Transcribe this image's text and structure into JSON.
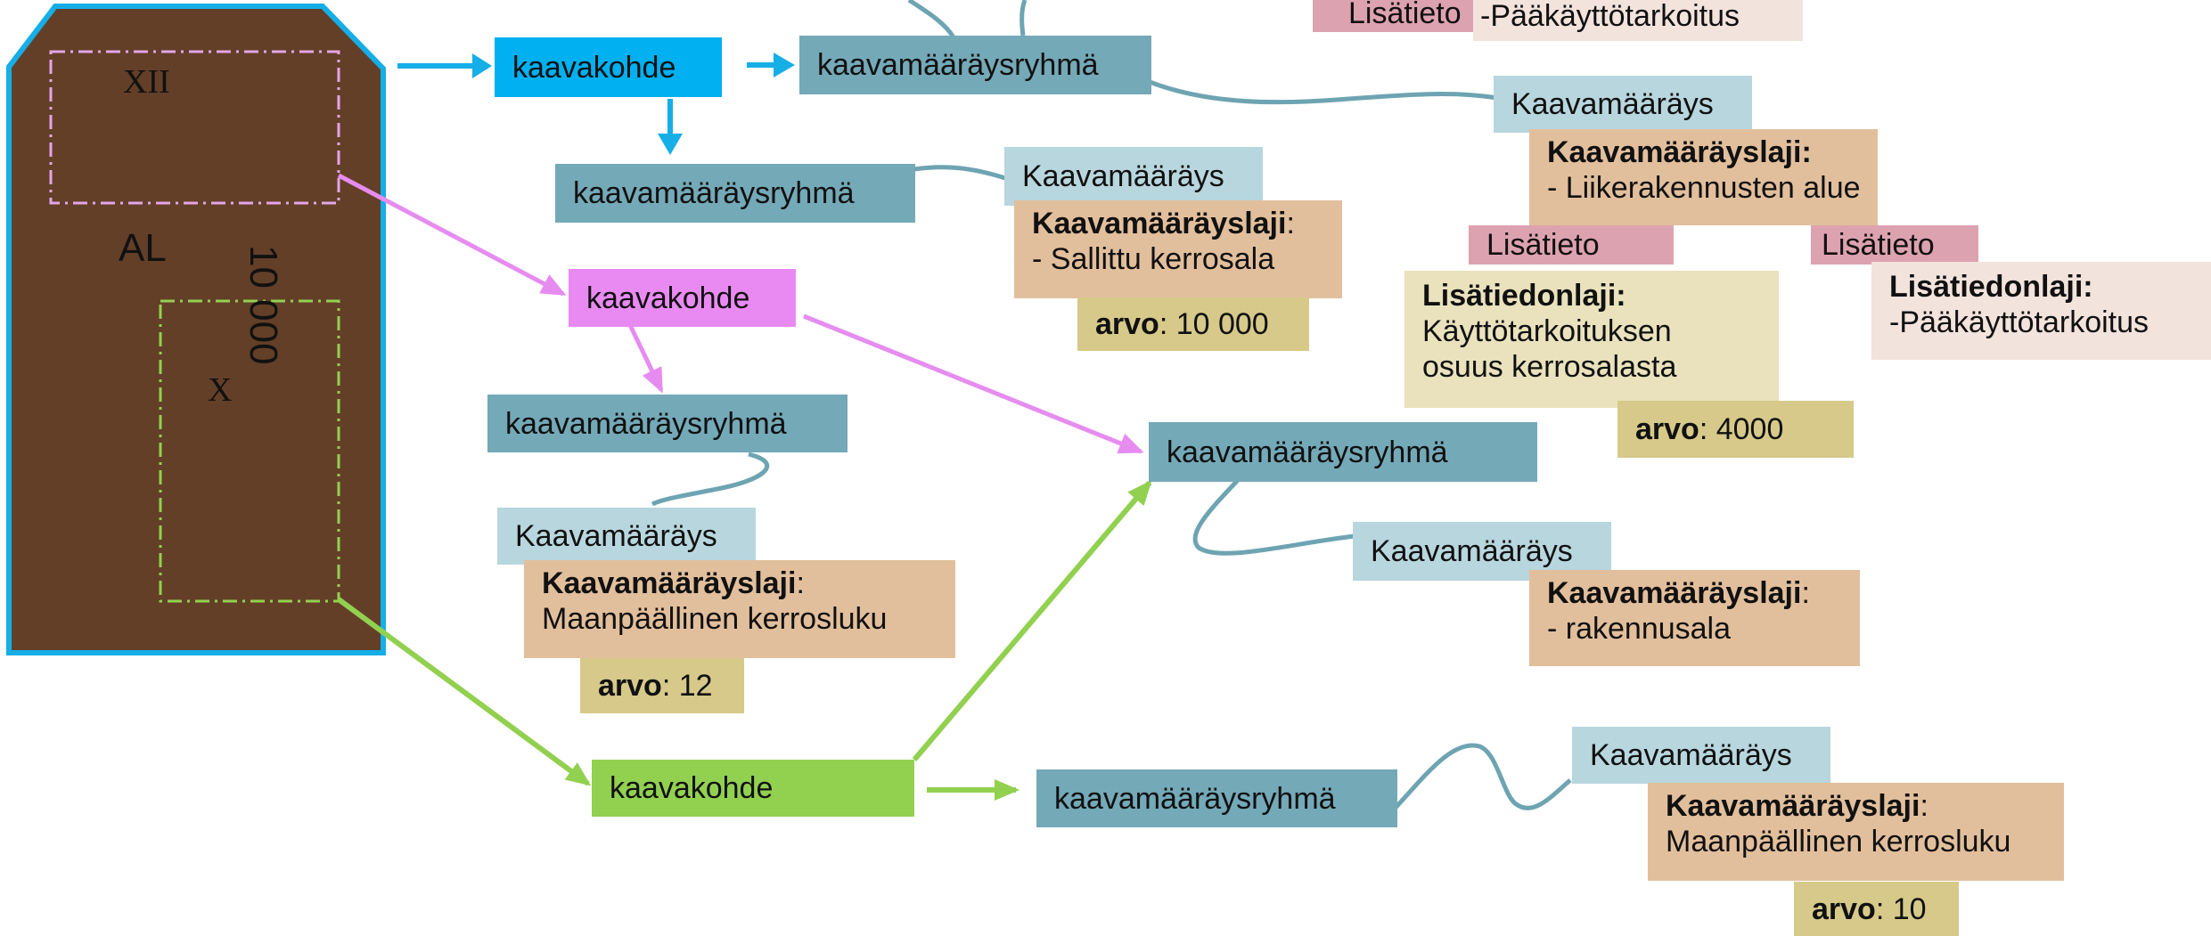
{
  "colors": {
    "plan_fill": "#633f28",
    "plan_border": "#16aee6",
    "blue": "#16aee6",
    "pink": "#e68cf0",
    "green": "#92d050",
    "teal_line": "#6ea4b2"
  },
  "plan": {
    "area_label": "AL",
    "area_value": "10 000",
    "zone_top_label": "XII",
    "zone_bottom_label": "X"
  },
  "blue_branch": {
    "kaavakohde": "kaavakohde",
    "group_top": "kaavamääräysryhmä",
    "group_lower": "kaavamääräysryhmä",
    "top_lisatieto": "Lisätieto",
    "top_lisatiedonlaji": "-Pääkäyttötarkoitus",
    "maarays_right": {
      "title": "Kaavamääräys",
      "laji_label": "Kaavamääräyslaji:",
      "laji_value": "- Liikerakennusten alue",
      "lisatieto_left": "Lisätieto",
      "lisatieto_right": "Lisätieto",
      "ltl_left_label": "Lisätiedonlaji:",
      "ltl_left_line1": "Käyttötarkoituksen",
      "ltl_left_line2": "osuus kerrosalasta",
      "ltl_left_arvo_label": "arvo",
      "ltl_left_arvo_value": ": 4000",
      "ltl_right_label": "Lisätiedonlaji:",
      "ltl_right_value": "-Pääkäyttötarkoitus"
    },
    "maarays_lower": {
      "title": "Kaavamääräys",
      "laji_label": "Kaavamääräyslaji",
      "laji_colon": ":",
      "laji_value": "- Sallittu kerrosala",
      "arvo_label": "arvo",
      "arvo_value": ": 10 000"
    }
  },
  "pink_branch": {
    "kaavakohde": "kaavakohde",
    "group_left": "kaavamääräysryhmä",
    "maarays_left": {
      "title": "Kaavamääräys",
      "laji_label": "Kaavamääräyslaji",
      "laji_colon": ":",
      "laji_value": "Maanpäällinen kerrosluku",
      "arvo_label": "arvo",
      "arvo_value": ": 12"
    },
    "group_shared": "kaavamääräysryhmä",
    "maarays_shared": {
      "title": "Kaavamääräys",
      "laji_label": "Kaavamääräyslaji",
      "laji_colon": ":",
      "laji_value": "- rakennusala"
    }
  },
  "green_branch": {
    "kaavakohde": "kaavakohde",
    "group": "kaavamääräysryhmä",
    "maarays": {
      "title": "Kaavamääräys",
      "laji_label": "Kaavamääräyslaji",
      "laji_colon": ":",
      "laji_value": "Maanpäällinen kerrosluku",
      "arvo_label": "arvo",
      "arvo_value": ": 10"
    }
  }
}
